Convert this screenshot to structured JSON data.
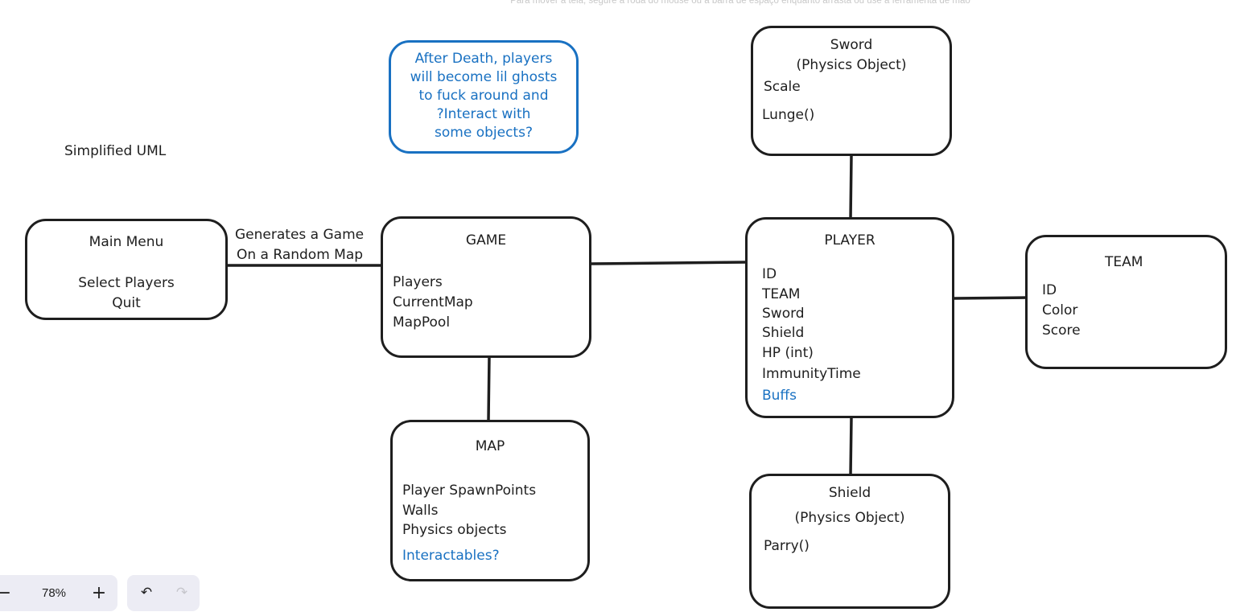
{
  "hint": "Para mover a tela, segure a roda do mouse ou a barra de espaço enquanto arrasta ou use a ferramenta de mão",
  "title_text": "Simplified UML",
  "note": {
    "text": "After Death, players\nwill become lil ghosts\nto fuck around and\n?Interact with\nsome objects?"
  },
  "main_menu": {
    "title": "Main Menu",
    "items": [
      "Select Players",
      "Quit"
    ]
  },
  "generates_label": {
    "line1": "Generates a Game",
    "line2": "On a Random Map"
  },
  "game": {
    "title": "GAME",
    "fields": [
      "Players",
      "CurrentMap",
      "MapPool"
    ]
  },
  "map": {
    "title": "MAP",
    "fields": [
      "Player SpawnPoints",
      "Walls",
      "Physics objects"
    ],
    "extra": "Interactables?"
  },
  "sword": {
    "title": "Sword",
    "subtitle": "(Physics Object)",
    "fields": [
      "Scale",
      "Lunge()"
    ]
  },
  "player": {
    "title": "PLAYER",
    "fields": [
      "ID",
      "TEAM",
      "Sword",
      "Shield",
      "HP (int)",
      "ImmunityTime"
    ],
    "extra": "Buffs"
  },
  "team": {
    "title": "TEAM",
    "fields": [
      "ID",
      "Color",
      "Score"
    ]
  },
  "shield": {
    "title": "Shield",
    "subtitle": "(Physics Object)",
    "fields": [
      "Parry()"
    ]
  },
  "toolbar": {
    "zoom_out": "−",
    "zoom_level": "78%",
    "zoom_in": "+",
    "undo": "↶",
    "redo": "↷"
  },
  "colors": {
    "stroke": "#1e1e1e",
    "accent_blue": "#1971c2",
    "toolbar_bg": "#ececf4",
    "hint": "#c8c8c8"
  }
}
